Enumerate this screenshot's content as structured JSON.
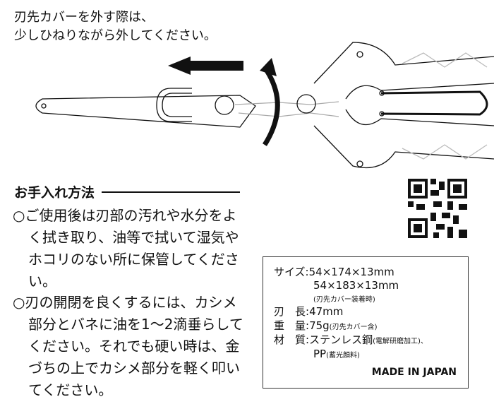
{
  "caption": {
    "line1": "刃先カバーを外す際は、",
    "line2": "少しひねりながら外してください。"
  },
  "care": {
    "heading": "お手入れ方法",
    "items": [
      "○ご使用後は刃部の汚れや水分をよく拭き取り、油等で拭いて湿気やホコリのない所に保管してください。",
      "○刃の開閉を良くするには、カシメ部分とバネに油を1～2滴垂らしてください。それでも硬い時は、金づちの上でカシメ部分を軽く叩いてください。"
    ]
  },
  "spec": {
    "size_label": "サイズ:",
    "size1": "54×174×13mm",
    "size2": "54×183×13mm",
    "size2_note": "(刃先カバー装着時)",
    "blade_label": "刃　長:",
    "blade": "47mm",
    "weight_label": "重　量:",
    "weight": "75g",
    "weight_note": "(刃先カバー含)",
    "material_label": "材　質:",
    "material1": "ステンレス鋼",
    "material1_note": "(電解研磨加工)、",
    "material2": "PP",
    "material2_note": "(蓄光顔料)",
    "origin": "MADE IN JAPAN"
  }
}
